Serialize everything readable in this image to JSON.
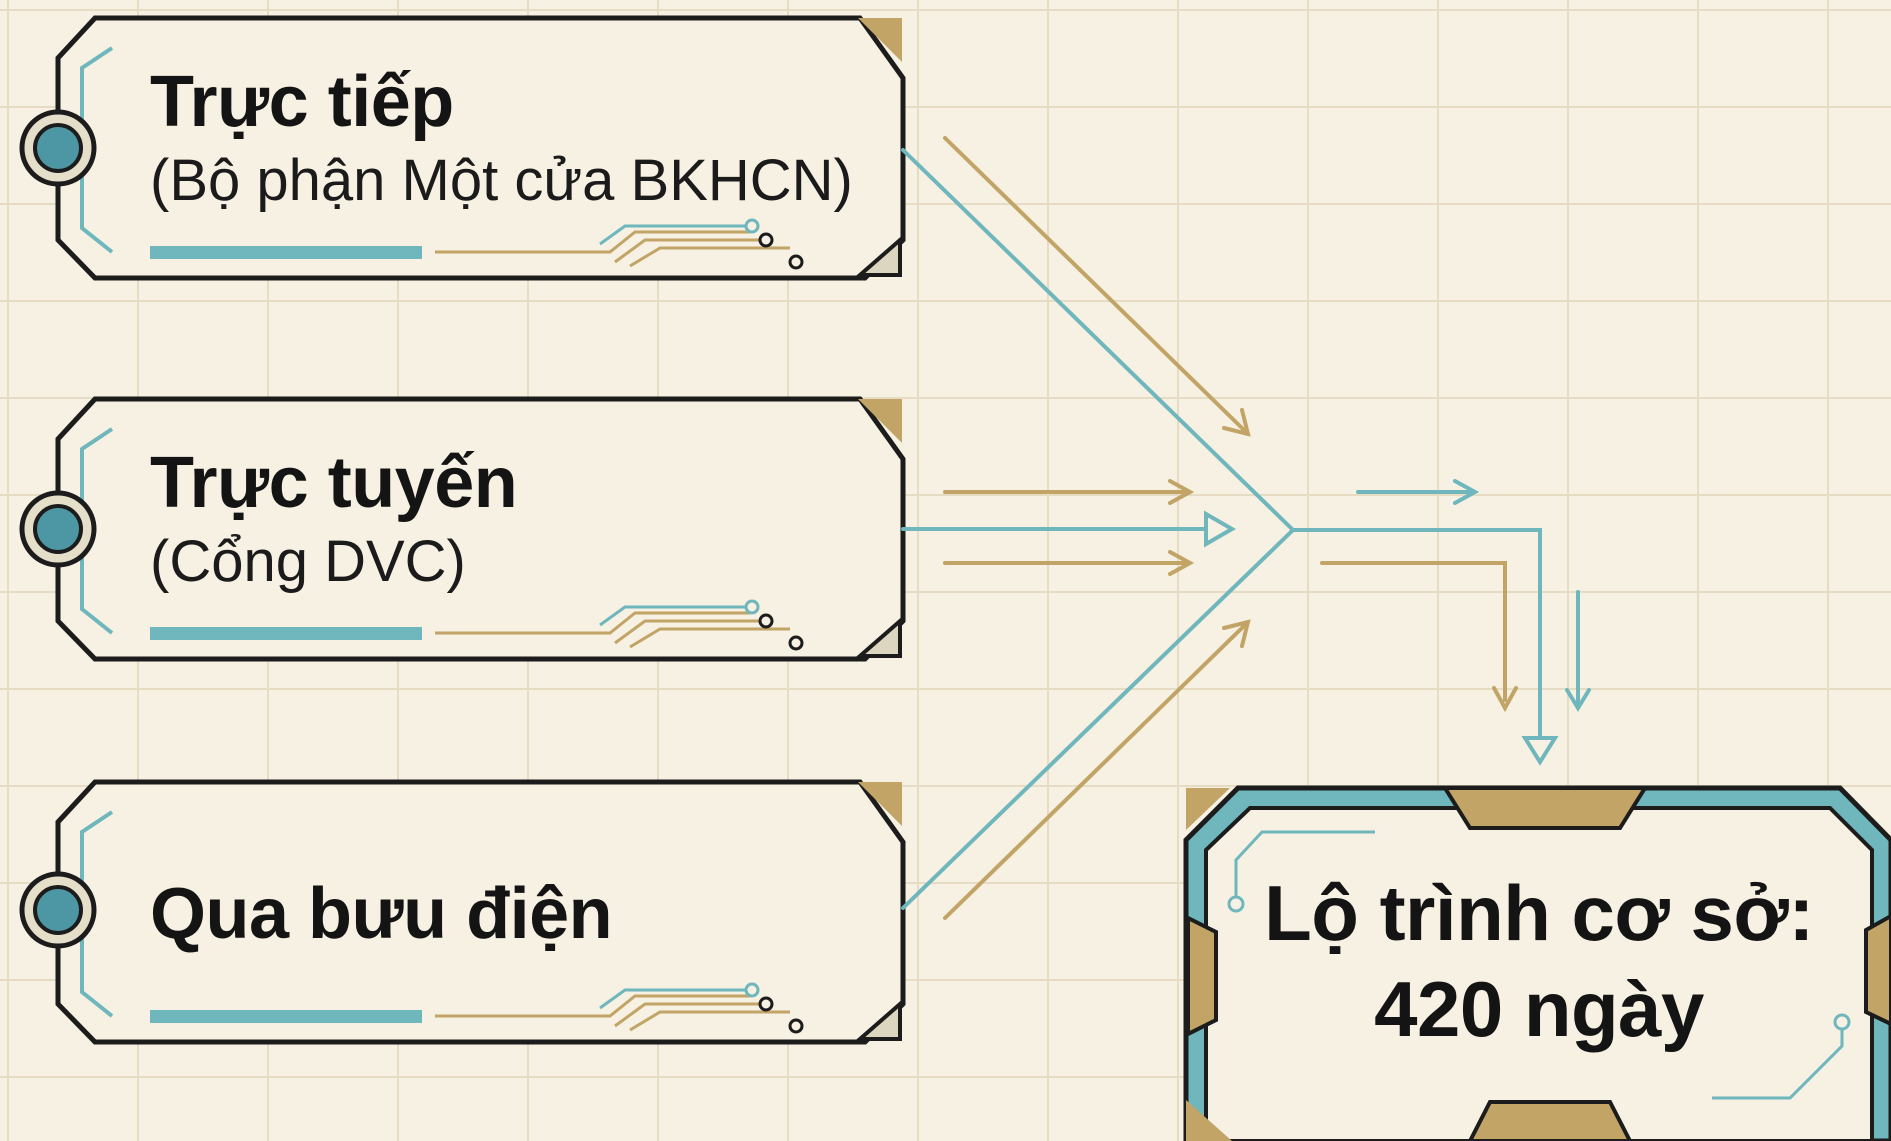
{
  "colors": {
    "background": "#f6f1e2",
    "grid": "#e6dcc4",
    "outline": "#1c1c1c",
    "teal": "#6fb6bd",
    "teal_dark": "#4c97a3",
    "gold": "#c1a466",
    "gold_dark": "#a88b4f"
  },
  "inputs": [
    {
      "title": "Trực tiếp",
      "subtitle": "(Bộ phận Một cửa BKHCN)",
      "icon": "channel-node-icon"
    },
    {
      "title": "Trực tuyến",
      "subtitle": "(Cổng DVC)",
      "icon": "channel-node-icon"
    },
    {
      "title": "Qua bưu điện",
      "subtitle": "",
      "icon": "channel-node-icon"
    }
  ],
  "result": {
    "line1": "Lộ trình cơ sở:",
    "line2": "420 ngày"
  }
}
